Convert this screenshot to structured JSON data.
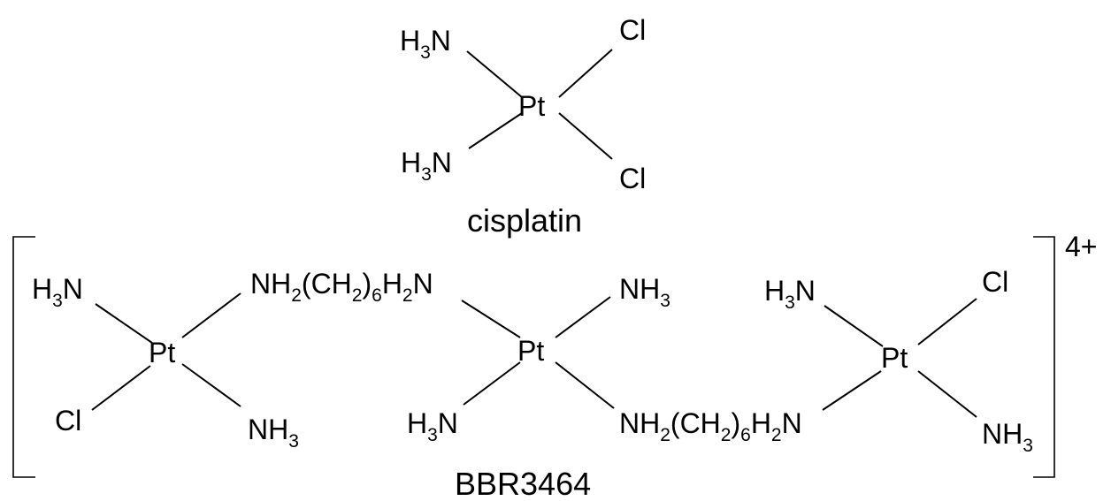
{
  "cisplatin": {
    "ligand_top_left": {
      "main": "H",
      "sub": "3",
      "tail": "N"
    },
    "ligand_bottom_left": {
      "main": "H",
      "sub": "3",
      "tail": "N"
    },
    "ligand_top_right": "Cl",
    "ligand_bottom_right": "Cl",
    "metal": "Pt",
    "caption": "cisplatin"
  },
  "bbr3464": {
    "center1": {
      "metal": "Pt",
      "top_left": {
        "main": "H",
        "sub": "3",
        "tail": "N"
      },
      "bottom_left": "Cl",
      "bottom_right": {
        "main": "NH",
        "sub": "3"
      }
    },
    "linker_top": {
      "p1": "NH",
      "s1": "2",
      "p2": "(CH",
      "s2": "2",
      "p3": ")",
      "s3": "6",
      "p4": "H",
      "s4": "2",
      "p5": "N"
    },
    "center2": {
      "metal": "Pt",
      "top_right": {
        "main": "NH",
        "sub": "3"
      },
      "bottom_left": {
        "main": "H",
        "sub": "3",
        "tail": "N"
      }
    },
    "linker_bottom": {
      "p1": "NH",
      "s1": "2",
      "p2": "(CH",
      "s2": "2",
      "p3": ")",
      "s3": "6",
      "p4": "H",
      "s4": "2",
      "p5": "N"
    },
    "center3": {
      "metal": "Pt",
      "top_left": {
        "main": "H",
        "sub": "3",
        "tail": "N"
      },
      "top_right": "Cl",
      "bottom_right": {
        "main": "NH",
        "sub": "3"
      }
    },
    "charge": "4+",
    "caption": "BBR3464"
  },
  "colors": {
    "ink": "#000000",
    "background": "#ffffff"
  }
}
